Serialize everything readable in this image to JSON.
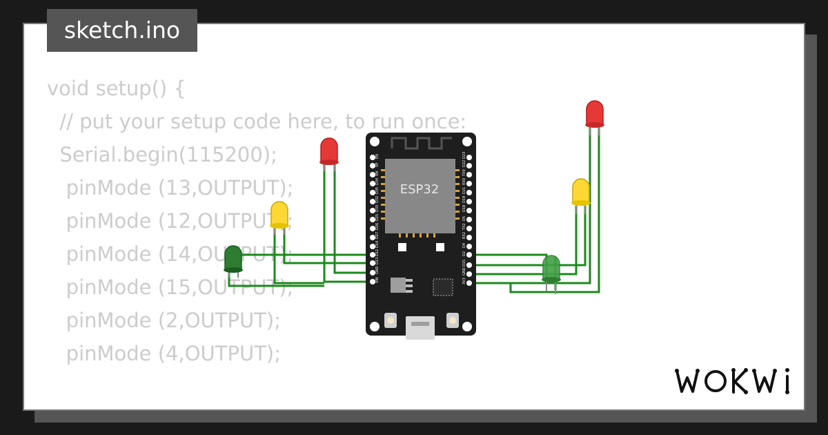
{
  "filename": "sketch.ino",
  "code_lines": [
    "void setup() {",
    "  // put your setup code here, to run once:",
    "  Serial.begin(115200);",
    "   pinMode (13,OUTPUT);",
    "   pinMode (12,OUTPUT);",
    "   pinMode (14,OUTPUT);",
    "   pinMode (15,OUTPUT);",
    "   pinMode (2,OUTPUT);",
    "   pinMode (4,OUTPUT);"
  ],
  "board": {
    "chip_label": "ESP32",
    "left_pins": [
      "EN",
      "VP",
      "VN",
      "D34",
      "D35",
      "D32",
      "D33",
      "D25",
      "D26",
      "D27",
      "D14",
      "D12",
      "D13",
      "GND",
      "VIN"
    ],
    "right_pins": [
      "D23",
      "D22",
      "TX0",
      "RX0",
      "D21",
      "D19",
      "D18",
      "D5",
      "TX2",
      "RX2",
      "D4",
      "D2",
      "D15",
      "GND",
      "3V3"
    ]
  },
  "leds": [
    {
      "name": "led-red-left",
      "color": "#e53935"
    },
    {
      "name": "led-yellow-left",
      "color": "#fdd835"
    },
    {
      "name": "led-green-left",
      "color": "#2e7d32"
    },
    {
      "name": "led-red-right",
      "color": "#e53935"
    },
    {
      "name": "led-yellow-right",
      "color": "#fdd835"
    },
    {
      "name": "led-green-right",
      "color": "#43a047"
    }
  ],
  "colors": {
    "wire": "#1b8a1b",
    "board": "#1e1e1e",
    "code_text": "#cccccc"
  },
  "brand_name": "WOKWI"
}
